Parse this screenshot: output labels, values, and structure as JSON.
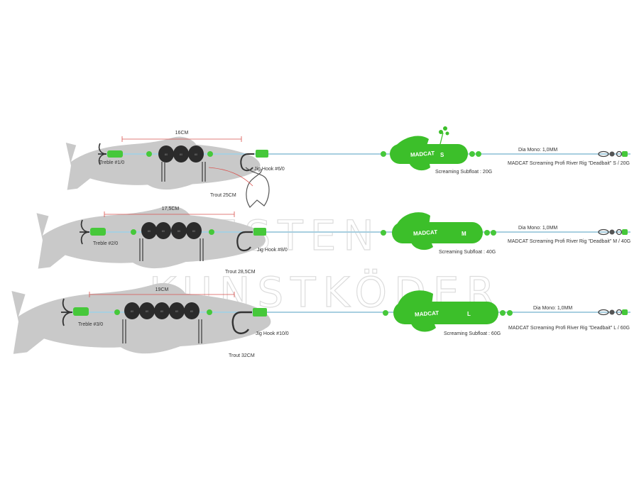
{
  "watermark": {
    "line1": "BESTEN",
    "line2": "KUNSTKÖDER"
  },
  "colors": {
    "fish": "#c9c9c9",
    "float_green": "#3cbf2a",
    "bead_green": "#46c83a",
    "rattle": "#2b2b2b",
    "line": "#a8cfe0",
    "measure": "#d9534f"
  },
  "icons": {
    "treble": "treble-hook-icon",
    "hook": "jig-hook-icon",
    "swivel": "swivel-icon",
    "bait_clip": "bait-clip-icon"
  },
  "rigs": [
    {
      "measure": "16CM",
      "treble": "Treble #1/0",
      "hook": "Jig Hook #6/0",
      "trout": "Trout 25CM",
      "float_brand": "MADCAT",
      "float_size": "S",
      "subfloat": "Screaming Subfloat : 20G",
      "mono": "Dia Mono: 1,0MM",
      "product": "MADCAT Screaming Profi River Rig \"Deadbait\" S / 20G",
      "rattles": [
        "80",
        "80",
        "80"
      ]
    },
    {
      "measure": "17,5CM",
      "treble": "Treble #2/0",
      "hook": "Jig Hook #8/0",
      "trout": "Trout 28,5CM",
      "float_brand": "MADCAT",
      "float_size": "M",
      "subfloat": "Screaming Subfloat : 40G",
      "mono": "Dia Mono: 1,0MM",
      "product": "MADCAT Screaming Profi River Rig \"Deadbait\" M / 40G",
      "rattles": [
        "80",
        "80",
        "80",
        "80"
      ]
    },
    {
      "measure": "19CM",
      "treble": "Treble #3/0",
      "hook": "Jig Hook #10/0",
      "trout": "Trout 32CM",
      "float_brand": "MADCAT",
      "float_size": "L",
      "subfloat": "Screaming Subfloat : 60G",
      "mono": "Dia Mono: 1,0MM",
      "product": "MADCAT Screaming Profi River Rig \"Deadbait\" L / 60G",
      "rattles": [
        "80",
        "80",
        "80",
        "80",
        "80"
      ]
    }
  ]
}
